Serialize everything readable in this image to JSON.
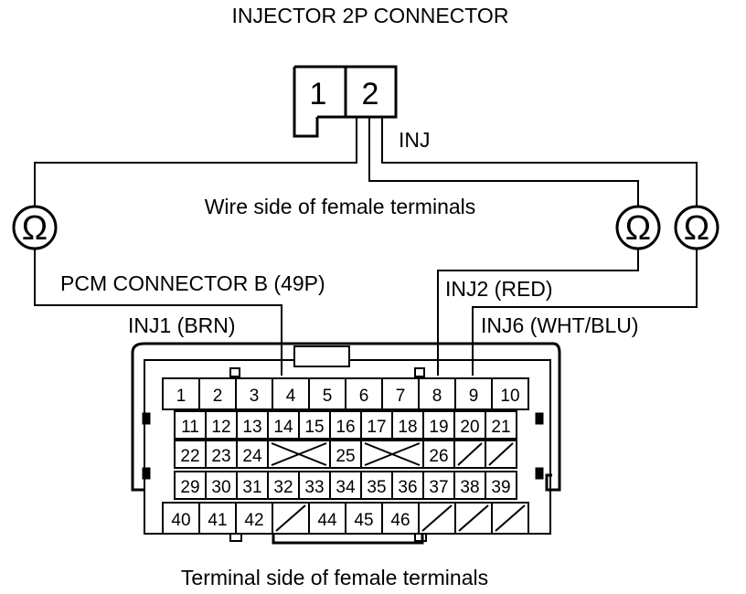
{
  "title": "INJECTOR 2P CONNECTOR",
  "injector_connector": {
    "pins": [
      "1",
      "2"
    ],
    "signal_label": "INJ"
  },
  "wire_side_label": "Wire side of female terminals",
  "terminal_side_label": "Terminal side of female terminals",
  "ohmmeter_symbol": "Ω",
  "pcm_connector": {
    "title": "PCM CONNECTOR B (49P)",
    "wire_labels": {
      "inj1": "INJ1 (BRN)",
      "inj2": "INJ2 (RED)",
      "inj6": "INJ6 (WHT/BLU)"
    },
    "rows": {
      "r1": [
        "1",
        "2",
        "3",
        "4",
        "5",
        "6",
        "7",
        "8",
        "9",
        "10"
      ],
      "r2": [
        "11",
        "12",
        "13",
        "14",
        "15",
        "16",
        "17",
        "18",
        "19",
        "20",
        "21"
      ],
      "r3": [
        "22",
        "23",
        "24",
        "25",
        "26"
      ],
      "r4": [
        "29",
        "30",
        "31",
        "32",
        "33",
        "34",
        "35",
        "36",
        "37",
        "38",
        "39"
      ],
      "r5": [
        "40",
        "41",
        "42",
        "44",
        "45",
        "46"
      ]
    }
  }
}
